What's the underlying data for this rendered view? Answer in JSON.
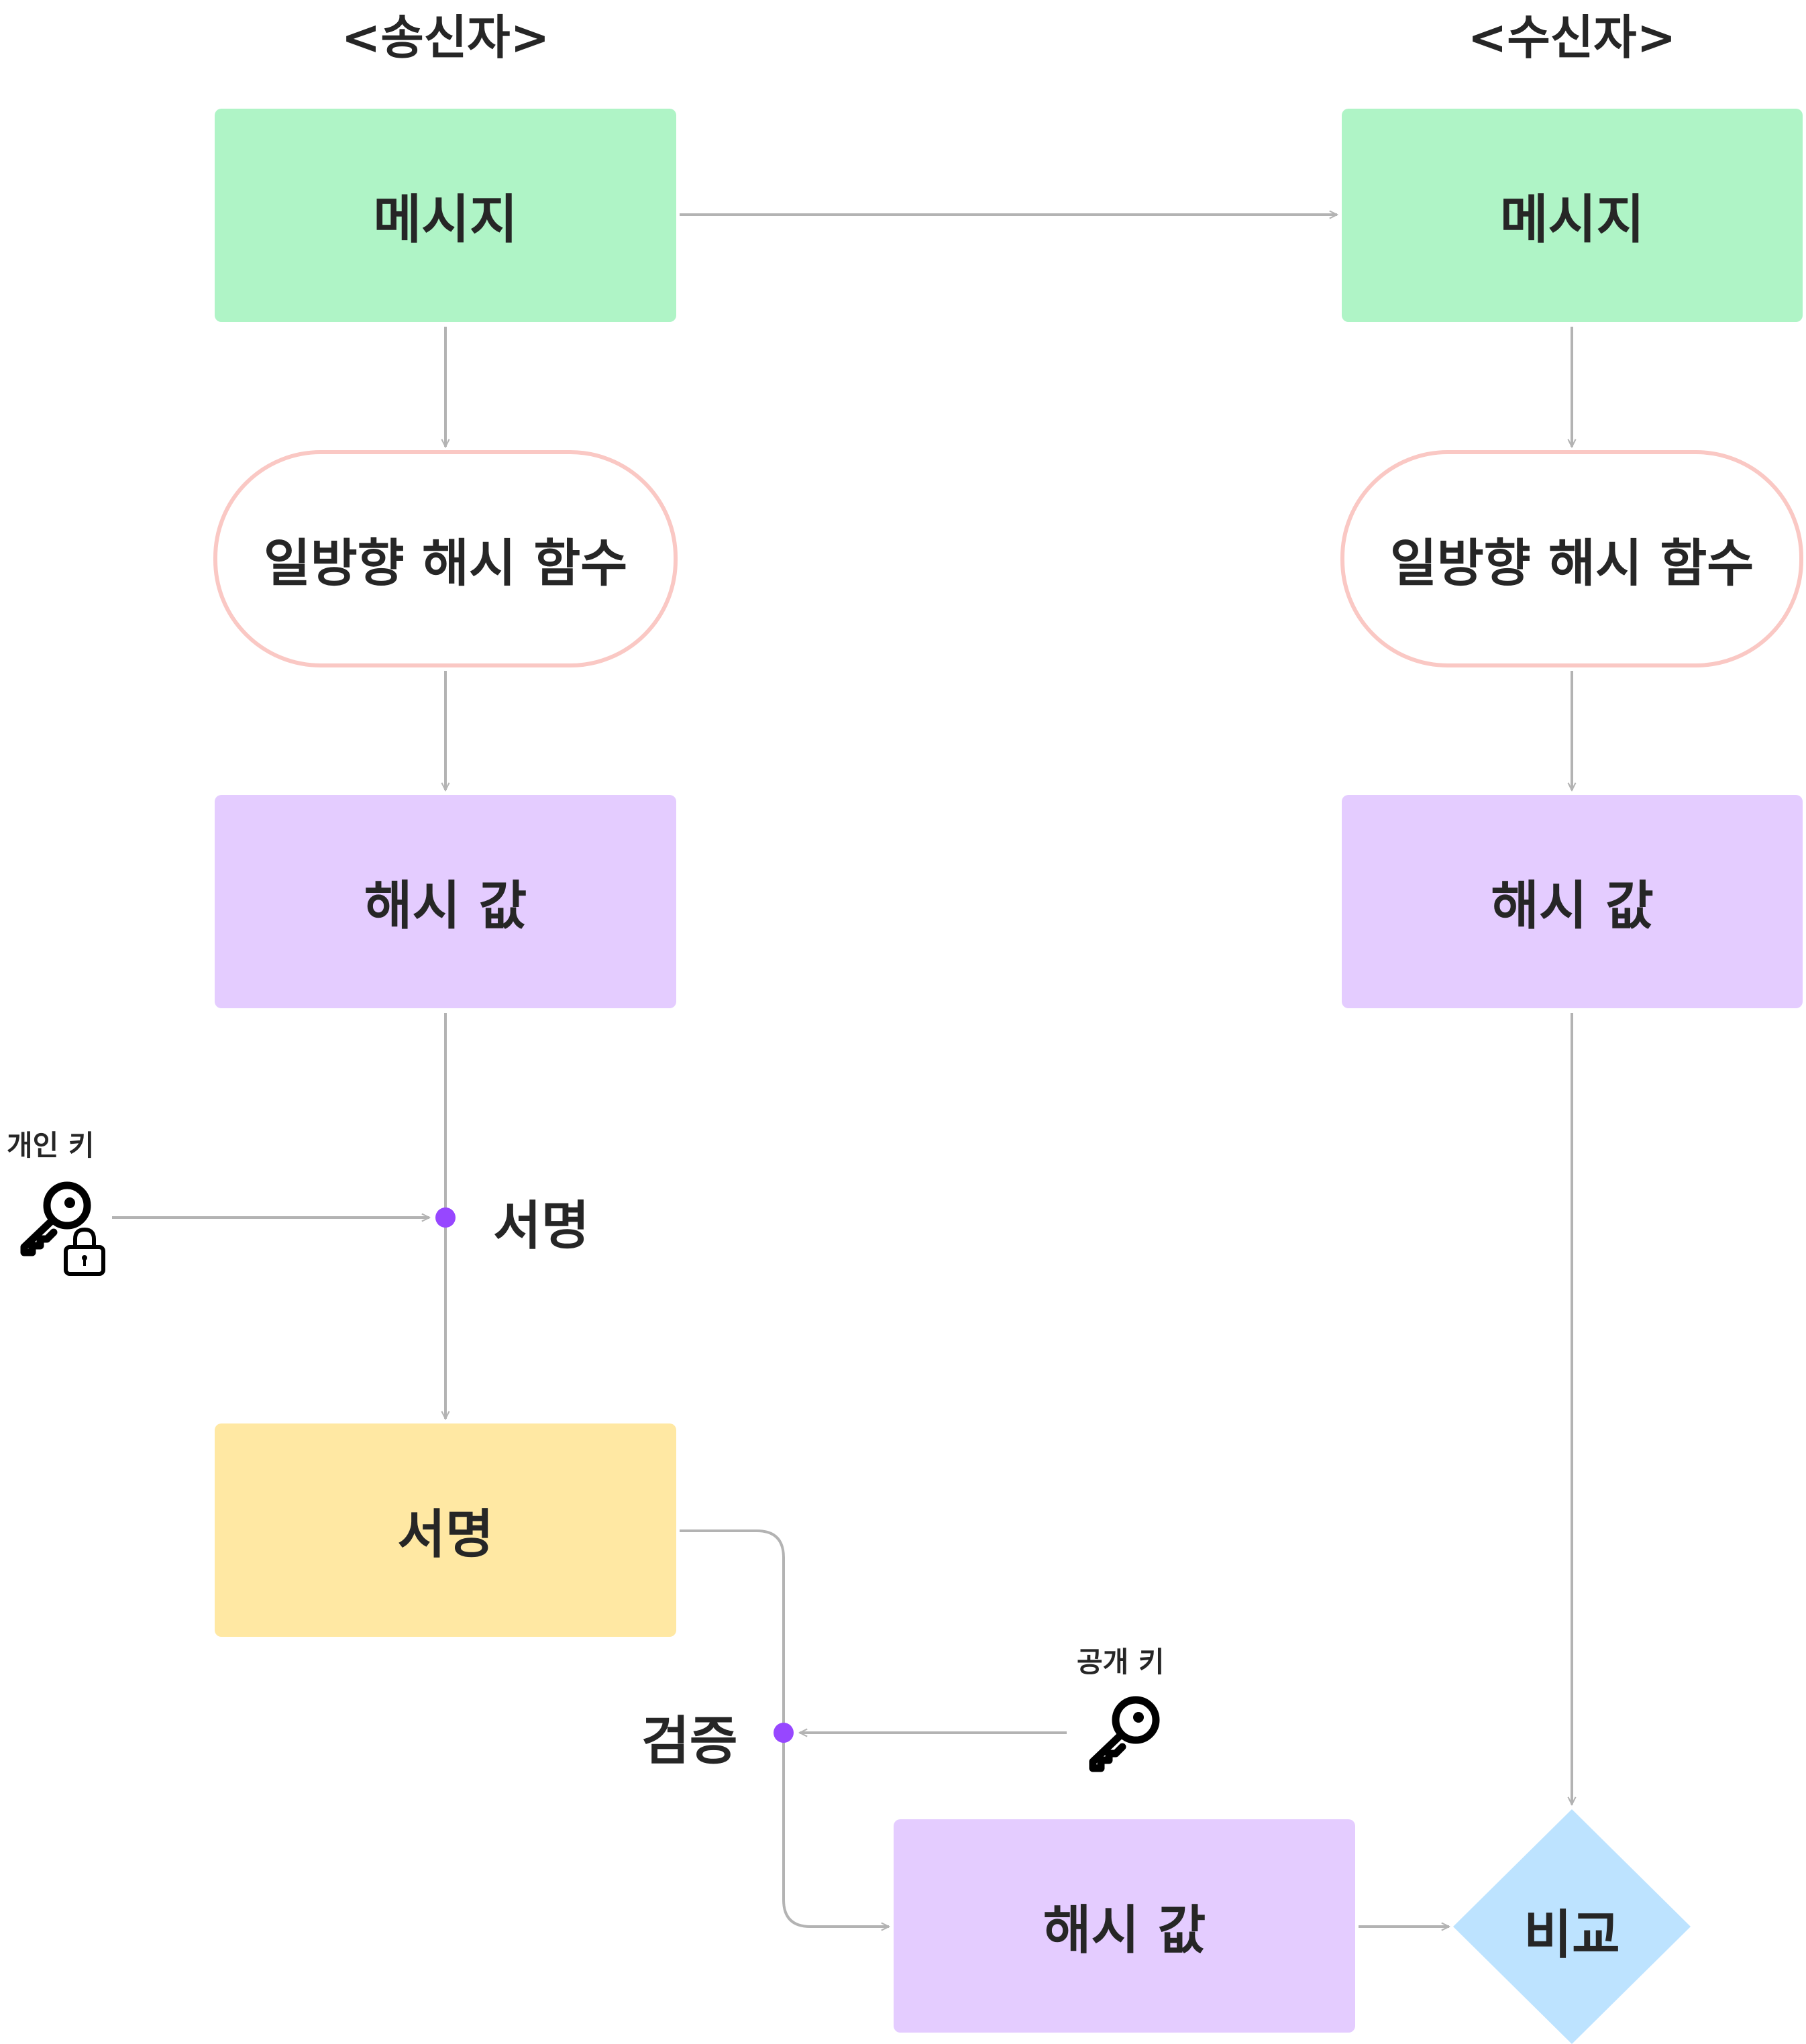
{
  "headings": {
    "sender": "<송신자>",
    "receiver": "<수신자>"
  },
  "sender": {
    "message": "메시지",
    "hash_function": "일방향 해시 함수",
    "hash_value": "해시 값",
    "sign_label": "서명",
    "signature": "서명",
    "private_key_label": "개인 키"
  },
  "receiver": {
    "message": "메시지",
    "hash_function": "일방향 해시 함수",
    "hash_value": "해시 값"
  },
  "verify": {
    "verify_label": "검증",
    "public_key_label": "공개 키",
    "hash_value": "해시 값",
    "compare": "비교"
  },
  "colors": {
    "message_green": "#aff4c6",
    "hash_purple": "#e4ccff",
    "signature_yellow": "#ffe8a3",
    "function_border": "#fac8c4",
    "compare_blue": "#bde3ff",
    "junction_dot": "#9747ff",
    "arrow_gray": "#b3b3b3"
  },
  "icons": {
    "private_key": "key-lock-icon",
    "public_key": "key-icon"
  }
}
